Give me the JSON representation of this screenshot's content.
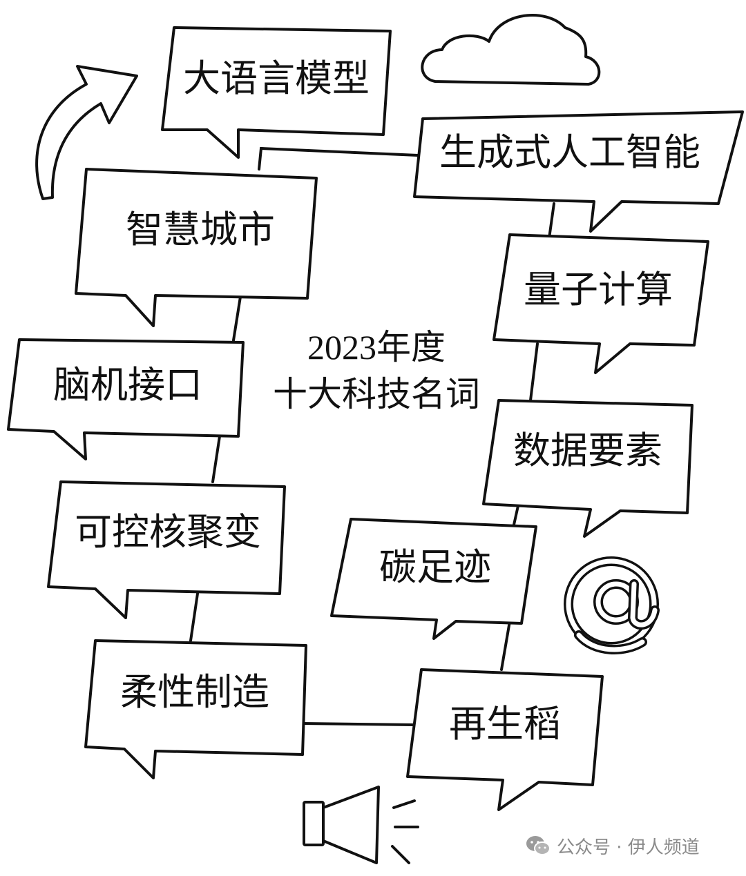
{
  "center_title": {
    "line1": "2023年度",
    "line2": "十大科技名词"
  },
  "terms": [
    "大语言模型",
    "生成式人工智能",
    "智慧城市",
    "量子计算",
    "脑机接口",
    "数据要素",
    "可控核聚变",
    "碳足迹",
    "柔性制造",
    "再生稻"
  ],
  "decorations": [
    "arrow-icon",
    "cloud-icon",
    "at-sign-icon",
    "megaphone-icon"
  ],
  "watermark": {
    "text": "公众号 · 伊人频道",
    "icon": "wechat-icon"
  },
  "colors": {
    "ink": "#111111",
    "background": "#ffffff",
    "watermark": "#8a8a8a"
  }
}
